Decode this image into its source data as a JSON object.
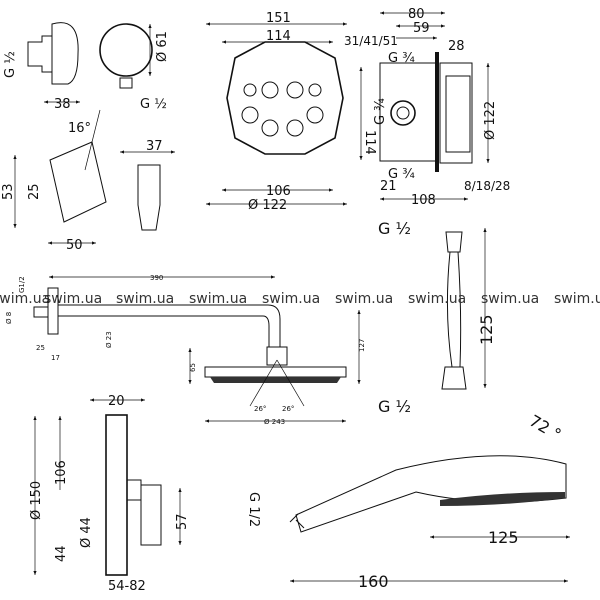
{
  "watermark": "swim.ua",
  "elbow": {
    "thread_left": "G ½",
    "diameter": "Ø 61",
    "width": "38",
    "thread_bottom": "G ½"
  },
  "holder": {
    "angle": "16°",
    "height": "53",
    "inner": "25",
    "width": "50",
    "side_width": "37"
  },
  "ibox": {
    "outer": "151",
    "inner": "114",
    "bottom_inner": "106",
    "diameter": "Ø 122"
  },
  "thermostat_body": {
    "d80": "80",
    "d59": "59",
    "d315": "31/41/51",
    "d28": "28",
    "g_top": "G ¾",
    "g_mid": "G ¾",
    "g_bottom": "G ¾",
    "d114": "114",
    "d122": "Ø 122",
    "d21": "21",
    "d81828": "8/18/28",
    "d108": "108"
  },
  "hose": {
    "g_top": "G ½",
    "length": "125",
    "g_bottom": "G ½"
  },
  "shower_arm": {
    "thread": "G1/2",
    "d8": "Ø 8",
    "d25": "25",
    "d17": "17",
    "length": "390",
    "d23": "Ø 23"
  },
  "overhead": {
    "d65": "65",
    "d127": "127",
    "angle_left": "26°",
    "angle_right": "26°",
    "diameter": "Ø 243"
  },
  "control": {
    "d20": "20",
    "d150": "Ø 150",
    "d106": "106",
    "d44a": "Ø 44",
    "d44b": "44",
    "d57": "57",
    "d5482": "54-82"
  },
  "handshower": {
    "thread": "G 1/2",
    "angle": "72 °",
    "d125": "125",
    "d160": "160"
  }
}
